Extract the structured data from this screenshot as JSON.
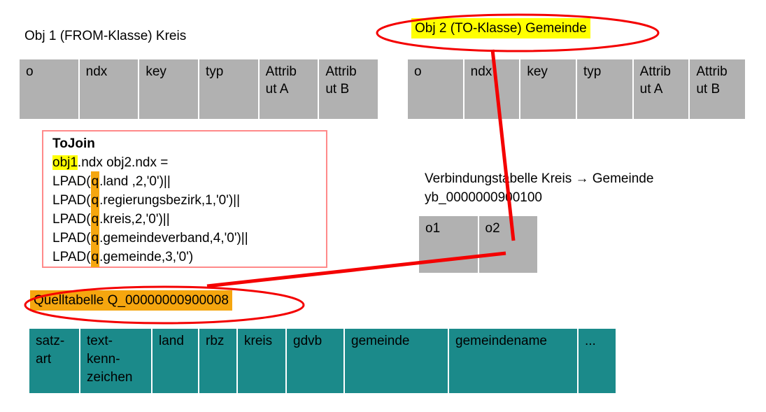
{
  "colors": {
    "page_bg": "#ffffff",
    "gray_cell": "#b1b1b1",
    "teal_cell": "#1b8a8a",
    "yellow_highlight": "#ffff00",
    "orange_highlight": "#f5a60f",
    "red_annotation": "#f40000",
    "box_border": "#ff8a8a"
  },
  "obj1": {
    "title": "Obj 1 (FROM-Klasse) Kreis",
    "columns": [
      "o",
      "ndx",
      "key",
      "typ",
      "Attrib\nut A",
      "Attrib\nut B"
    ]
  },
  "obj2": {
    "title": "Obj 2 (TO-Klasse) Gemeinde",
    "columns": [
      "o",
      "ndx",
      "key",
      "typ",
      "Attrib\nut A",
      "Attrib\nut B"
    ]
  },
  "tojoin": {
    "title": "ToJoin",
    "join_line": {
      "highlighted": "obj1",
      "rest": ".ndx obj2.ndx ="
    },
    "lpad_lines": [
      {
        "pre": "LPAD(",
        "q": "q",
        "post": ".land ,2,'0')||"
      },
      {
        "pre": "LPAD(",
        "q": "q",
        "post": ".regierungsbezirk,1,'0')||"
      },
      {
        "pre": "LPAD(",
        "q": "q",
        "post": ".kreis,2,'0')||"
      },
      {
        "pre": "LPAD(",
        "q": "q",
        "post": ".gemeindeverband,4,'0')||"
      },
      {
        "pre": "LPAD(",
        "q": "q",
        "post": ".gemeinde,3,'0')"
      }
    ]
  },
  "verbindungstabelle": {
    "label_line1": "Verbindungstabelle Kreis → Gemeinde",
    "label_line2": "yb_0000000900100",
    "columns": [
      "o1",
      "o2"
    ]
  },
  "quelltabelle": {
    "title": "Quelltabelle Q_00000000900008",
    "columns": [
      "satz-\nart",
      "text-\nkenn-\nzeichen",
      "land",
      "rbz",
      "kreis",
      "gdvb",
      "gemeinde",
      "gemeindename",
      "..."
    ]
  }
}
